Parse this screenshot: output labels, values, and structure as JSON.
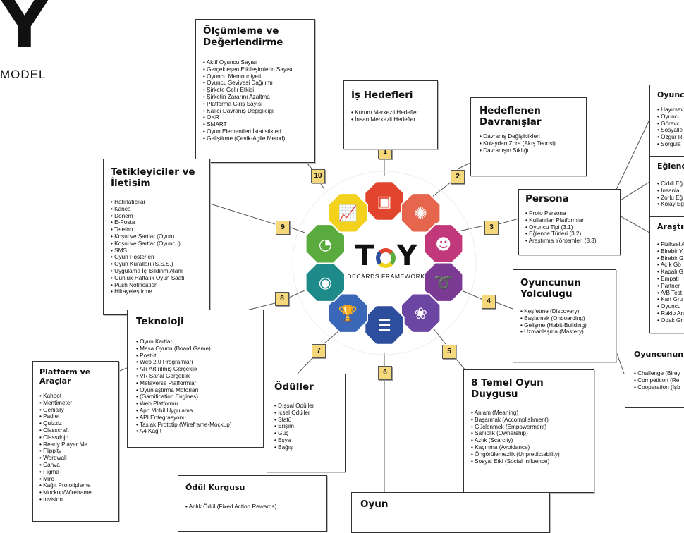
{
  "brand": {
    "letter": "Y",
    "model": "MODEL"
  },
  "center": {
    "t": "T",
    "y": "Y",
    "subtitle": "DECARDS FRAMEWORK"
  },
  "colors": {
    "red": "#e2452d",
    "salmon": "#e5654d",
    "magenta": "#c1387b",
    "purple": "#7b3a93",
    "violet": "#6b46a3",
    "blue": "#2c4e9c",
    "blue2": "#3a67b7",
    "teal": "#1f8a8a",
    "green": "#5aab3d",
    "yellow": "#f2d21c",
    "badge": "#f5d77c"
  },
  "icons": [
    "briefcase-icon",
    "brain-icon",
    "character-icon",
    "arrow-loop-icon",
    "lotus-icon",
    "stack-icon",
    "trophy-icon",
    "vr-headset-icon",
    "gauge-icon",
    "chart-icon"
  ],
  "badges": [
    "1",
    "2",
    "3",
    "4",
    "5",
    "6",
    "7",
    "8",
    "9",
    "10",
    "8"
  ],
  "boxes": {
    "olcum": {
      "title": "Ölçümleme ve Değerlendirme",
      "items": [
        "Aktif Oyuncu Sayısı",
        "Gerçekleşen Etkileşimlerin Sayısı",
        "Oyuncu Memnuniyeti",
        "Oyuncu Seviyesi Dağılımı",
        "Şirkete Gelir Etkisi",
        "Şirketin Zararını Azaltma",
        "Platforma Giriş Sayısı",
        "Kalıcı Davranış Değişikliği",
        "OKR",
        "SMART",
        "Oyun Elementleri İstatistikleri",
        "Geliştirme (Çevik-Agile Metod)"
      ]
    },
    "is": {
      "title": "İş Hedefleri",
      "items": [
        "Kurum Merkezli Hedefler",
        "İnsan Merkezli Hedefler"
      ]
    },
    "hedef": {
      "title": "Hedeflenen Davranışlar",
      "items": [
        "Davranış Değişiklikleri",
        "Kolaydan Zora (Akış Teorisi)",
        "Davranışın Sıklığı"
      ]
    },
    "persona": {
      "title": "Persona",
      "items": [
        "Proto Persona",
        "Kullanılan Platformlar",
        "Oyuncu Tipi (3.1)",
        "Eğlence Türleri (3.2)",
        "Araştırma Yöntemleri (3.3)"
      ]
    },
    "tetik": {
      "title": "Tetikleyiciler ve İletişim",
      "items": [
        "Hatırlatıcılar",
        "Kanca",
        "Dönem",
        "E-Posta",
        "Telefon",
        "Koşul ve Şartlar (Oyun)",
        "Koşul ve Şartlar (Oyuncu)",
        "SMS",
        "Oyun Posterleri",
        "Oyun Kuralları (S.S.S.)",
        "Uygulama İçi Bildirim Alanı",
        "Günlük-Haftalık Oyun Saati",
        "Push Notification",
        "Hikayeleştirme"
      ]
    },
    "yolc": {
      "title": "Oyuncunun Yolculuğu",
      "items": [
        "Keşfetme (Discovery)",
        "Başlamak (Onboarding)",
        "Gelişme (Habit-Building)",
        "Uzmanlaşma (Mastery)"
      ]
    },
    "tekno": {
      "title": "Teknoloji",
      "items": [
        "Oyun Kartları",
        "Masa Oyunu (Board Game)",
        "Post-it",
        "Web 2.0 Programları",
        "AR Artırılmış Gerçeklik",
        "VR Sanal Gerçeklik",
        "Metaverse Platformları",
        "Oyunlaştırma Motorları",
        "(Gamification Engines)",
        "Web Platformu",
        "App Mobil Uygulama",
        "API Entegrasyonu",
        "Taslak Prototip (Wireframe-Mockup)",
        "A4 Kağıt"
      ]
    },
    "platform": {
      "title": "Platform ve Araçlar",
      "items": [
        "Kahoot",
        "Mentimeter",
        "Genially",
        "Padlet",
        "Quizziz",
        "Classcraft",
        "Classdojo",
        "Ready Player Me",
        "Flippity",
        "Wordwall",
        "Canva",
        "Figma",
        "Miro",
        "Kağıt Prototipleme",
        "Mockup/Wireframe",
        "Invision"
      ]
    },
    "oduller": {
      "title": "Ödüller",
      "items": [
        "Dışsal Ödüller",
        "İçsel Ödüller",
        "Statü",
        "Erişim",
        "Güç",
        "Eşya",
        "Bağış"
      ]
    },
    "temel": {
      "title": "8 Temel Oyun Duygusu",
      "items": [
        "Anlam (Meaning)",
        "Başarmak (Accomplishment)",
        "Güçlenmek (Empowerment)",
        "Sahiplik (Ownership)",
        "Azlık (Scarcity)",
        "Kaçınma (Avoidance)",
        "Öngörülemezlik (Unpredictability)",
        "Sosyal Etki (Social Influence)"
      ]
    },
    "kurgu": {
      "title": "Ödül Kurgusu",
      "items": [
        "Anlık Ödül (Fixed Action Rewards)"
      ]
    },
    "oyun": {
      "title": "Oyun"
    },
    "oyuncu": {
      "title": "Oyuncu",
      "items": [
        "Hayırsev",
        "Oyuncu",
        "Görevci",
        "Sosyalle",
        "Özgür R",
        "Sorgula"
      ]
    },
    "eglence": {
      "title": "Eğlence",
      "items": [
        "Ciddi Eğ",
        "İnsanla",
        "Zorlu Eğ",
        "Kolay Eğ"
      ]
    },
    "arastirma": {
      "title": "Araştırm",
      "items": [
        "Fiziksel A",
        "Birebir Y",
        "Birebir G",
        "Açık Gö",
        "Kapalı G",
        "Empati",
        "Partner",
        "A/B Test",
        "Kart Gru",
        "Oyuncu",
        "Rakip An",
        "Odak Gr"
      ]
    },
    "motivasyon": {
      "title": "Oyuncunun M",
      "items": [
        "Challenge (Birey",
        "Competition (Re",
        "Cooperation (İşb"
      ]
    }
  }
}
